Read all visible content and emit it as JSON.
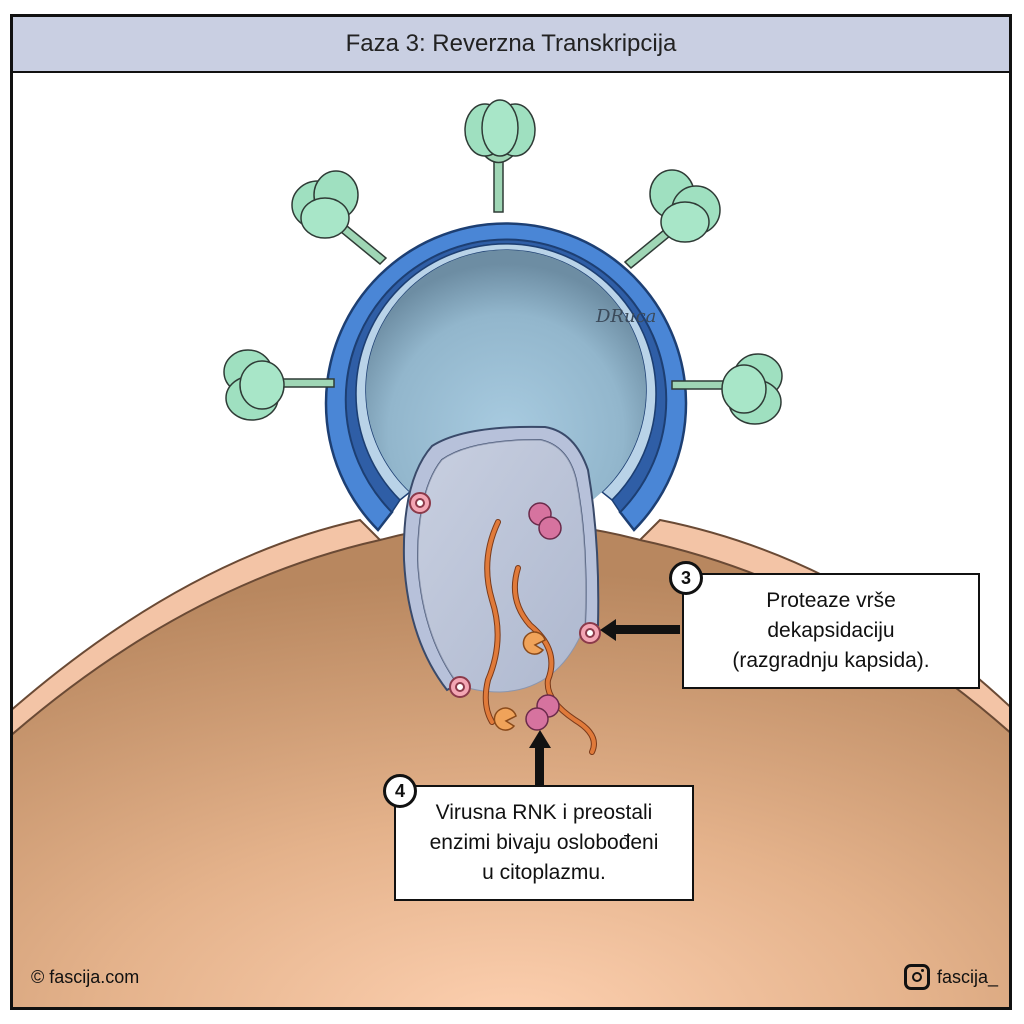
{
  "header": {
    "title": "Faza 3: Reverzna Transkripcija"
  },
  "callouts": [
    {
      "number": "3",
      "lines": [
        "Proteaze vrše",
        "dekapsidaciju",
        "(razgradnju kapsida)."
      ]
    },
    {
      "number": "4",
      "lines": [
        "Virusna RNK i preostali",
        "enzimi bivaju oslobođeni",
        "u citoplazmu."
      ]
    }
  ],
  "footer": {
    "copyright": "© fascija.com",
    "instagram_handle": "fascija_",
    "instagram_icon": "instagram-icon"
  },
  "signature": "DRuca",
  "colors": {
    "envelope": "#4a86d6",
    "capsid": "#a9c6de",
    "glycoprotein": "#9fe0c0",
    "cell": "#d8a57d",
    "cell_membrane": "#f3c4a6",
    "rna": "#e07a3a",
    "protease": "#e8899b",
    "enzyme_pink": "#d6739f",
    "enzyme_orange": "#f0a35a"
  }
}
